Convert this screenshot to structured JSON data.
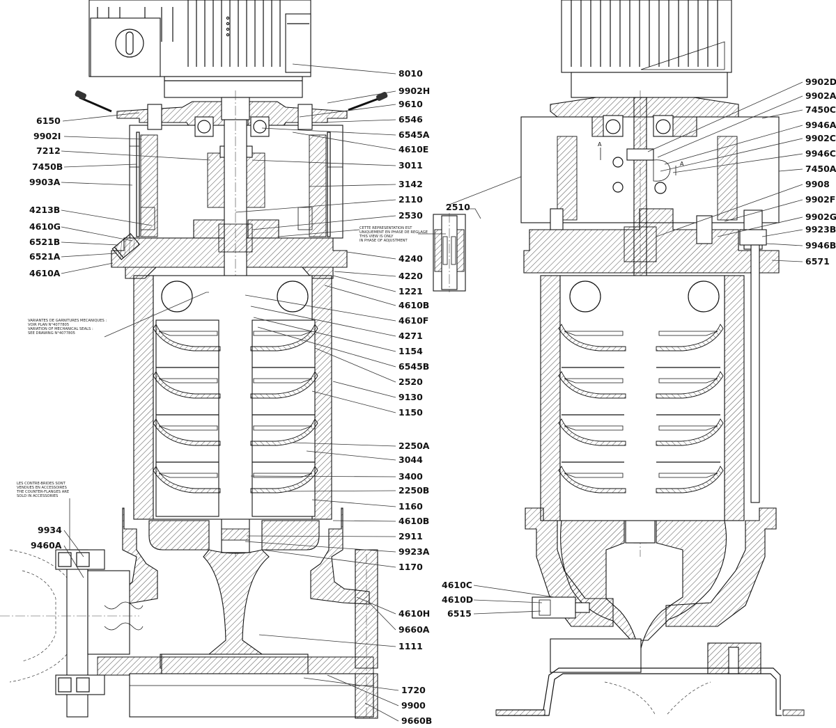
{
  "left_view": {
    "callouts_left": [
      "6150",
      "9902I",
      "7212",
      "7450B",
      "9903A",
      "4213B",
      "4610G",
      "6521B",
      "6521A",
      "4610A",
      "9934",
      "9460A"
    ],
    "callouts_right": [
      "8010",
      "9902H",
      "9610",
      "6546",
      "6545A",
      "4610E",
      "3011",
      "3142",
      "2110",
      "2530",
      "4240",
      "4220",
      "1221",
      "4610B",
      "4610F",
      "4271",
      "1154",
      "6545B",
      "2520",
      "9130",
      "1150",
      "2250A",
      "3044",
      "3400",
      "2250B",
      "1160",
      "4610B",
      "2911",
      "9923A",
      "1170",
      "4610H",
      "9660A",
      "1111",
      "1720",
      "9900",
      "9660B"
    ],
    "note_seal_adjust": [
      "CETTE REPRESENTATION EST",
      "UNIQUEMENT EN PHASE DE REGLAGE",
      "THIS VIEW IS ONLY",
      "IN PHASE OF ADJUSTMENT"
    ],
    "note_mech_seals": [
      "VARIANTES DE GARNITURES MECANIQUES :",
      "VOIR PLAN N°4077805",
      "VARIATION OF MECHANICAL SEALS :",
      "SEE DRAWING N°4077805"
    ],
    "note_counter_flanges": [
      "LES CONTRE-BRIDES SONT",
      "VENDUES EN ACCESSOIRES",
      "THE COUNTER-FLANGES ARE",
      "SOLD IN ACCESSORIES"
    ]
  },
  "detail_callout": "2510",
  "right_view": {
    "callouts_right": [
      "9902D",
      "9902A",
      "7450C",
      "9946A",
      "9902C",
      "9946C",
      "7450A",
      "9908",
      "9902F",
      "9902G",
      "9923B",
      "9946B",
      "6571"
    ],
    "callouts_left": [
      "4610C",
      "4610D",
      "6515"
    ],
    "section_marks": [
      "A",
      "A"
    ]
  }
}
